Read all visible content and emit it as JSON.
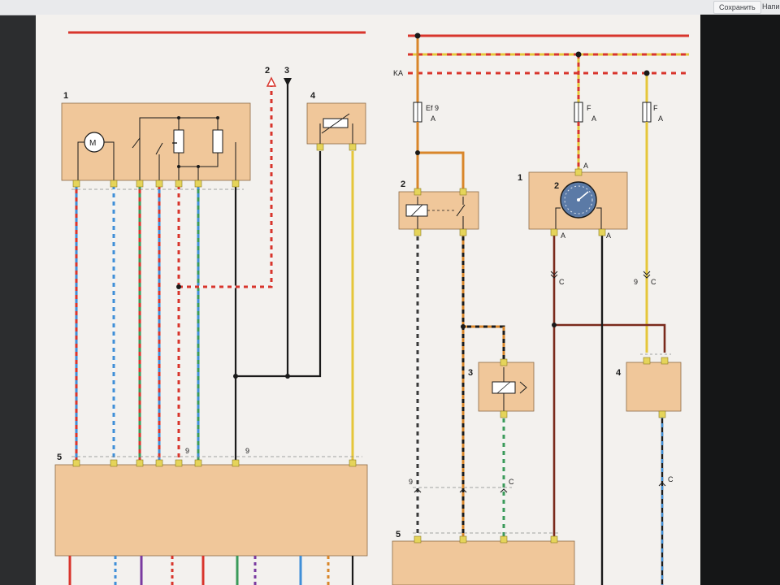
{
  "window": {
    "title": "",
    "save_label": "Сохранить",
    "more_label": "Напи"
  },
  "left_diagram": {
    "label_block_1": "1",
    "label_out_2": "2",
    "label_out_3": "3",
    "label_block_4": "4",
    "label_block_5": "5",
    "motor_symbol": "M",
    "wire_mark_a": "9",
    "wire_mark_b": "9"
  },
  "right_diagram": {
    "bus_label": "KA",
    "fuse_1_name": "Ef 9",
    "fuse_1_rating": "A",
    "fuse_2_name": "F",
    "fuse_2_rating": "A",
    "fuse_3_name": "F",
    "fuse_3_rating": "A",
    "label_block_1": "1",
    "label_block_2": "2",
    "label_block_3": "3",
    "label_block_4": "4",
    "label_block_5": "5",
    "gauge_label": "2",
    "gauge_pin_a": "A",
    "pin_left_a": "A",
    "pin_right_a": "A",
    "connector_c_1": "C",
    "connector_c_2": "C",
    "connector_9_1": "9",
    "connector_9_2": "9",
    "connector_c_3": "C",
    "connector_c_4": "C"
  },
  "colors": {
    "page": "#f3f1ee",
    "component": "#f0c79a",
    "red": "#d8352c",
    "yellow": "#e5c63a",
    "blue": "#3f8fd8",
    "black": "#1a1a1a",
    "brown": "#7a2a1c",
    "orange": "#d9862a",
    "green": "#3a9a5a",
    "white": "#f5f5f5",
    "dashed_outline": "#888888"
  }
}
